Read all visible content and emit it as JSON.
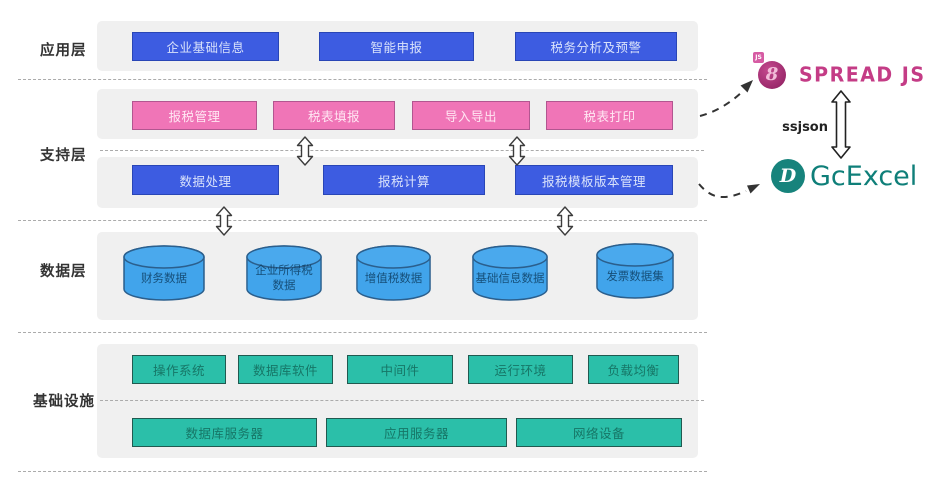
{
  "layers": {
    "app": {
      "label": "应用层",
      "boxes": [
        "企业基础信息",
        "智能申报",
        "税务分析及预警"
      ]
    },
    "support": {
      "label": "支持层",
      "top_boxes": [
        "报税管理",
        "税表填报",
        "导入导出",
        "税表打印"
      ],
      "bottom_boxes": [
        "数据处理",
        "报税计算",
        "报税模板版本管理"
      ]
    },
    "data": {
      "label": "数据层",
      "cylinders": [
        "财务数据",
        "企业所得税\n数据",
        "增值税数据",
        "基础信息数据",
        "发票数据集"
      ]
    },
    "infra": {
      "label": "基础设施",
      "software": [
        "操作系统",
        "数据库软件",
        "中间件",
        "运行环境",
        "负载均衡"
      ],
      "hardware": [
        "数据库服务器",
        "应用服务器",
        "网络设备"
      ]
    }
  },
  "right": {
    "spreadjs": {
      "wordmark": "SPREAD JS",
      "badge": "JS",
      "monogram": "8"
    },
    "gcexcel": {
      "wordmark": "GcExcel",
      "monogram": "D"
    },
    "link_label": "ssjson"
  },
  "colors": {
    "blue_box": "#3d5ce1",
    "blue_border": "#2946b6",
    "pink_box": "#f075b7",
    "pink_border": "#b25690",
    "green_box": "#2bbfa9",
    "green_border": "#215a50",
    "cylinder": "#41a4eb",
    "cylinder_border": "#2b5f8d",
    "panel": "#f0f0f0",
    "spreadjs_magenta": "#c43c86",
    "gcexcel_teal": "#0f7f79"
  }
}
